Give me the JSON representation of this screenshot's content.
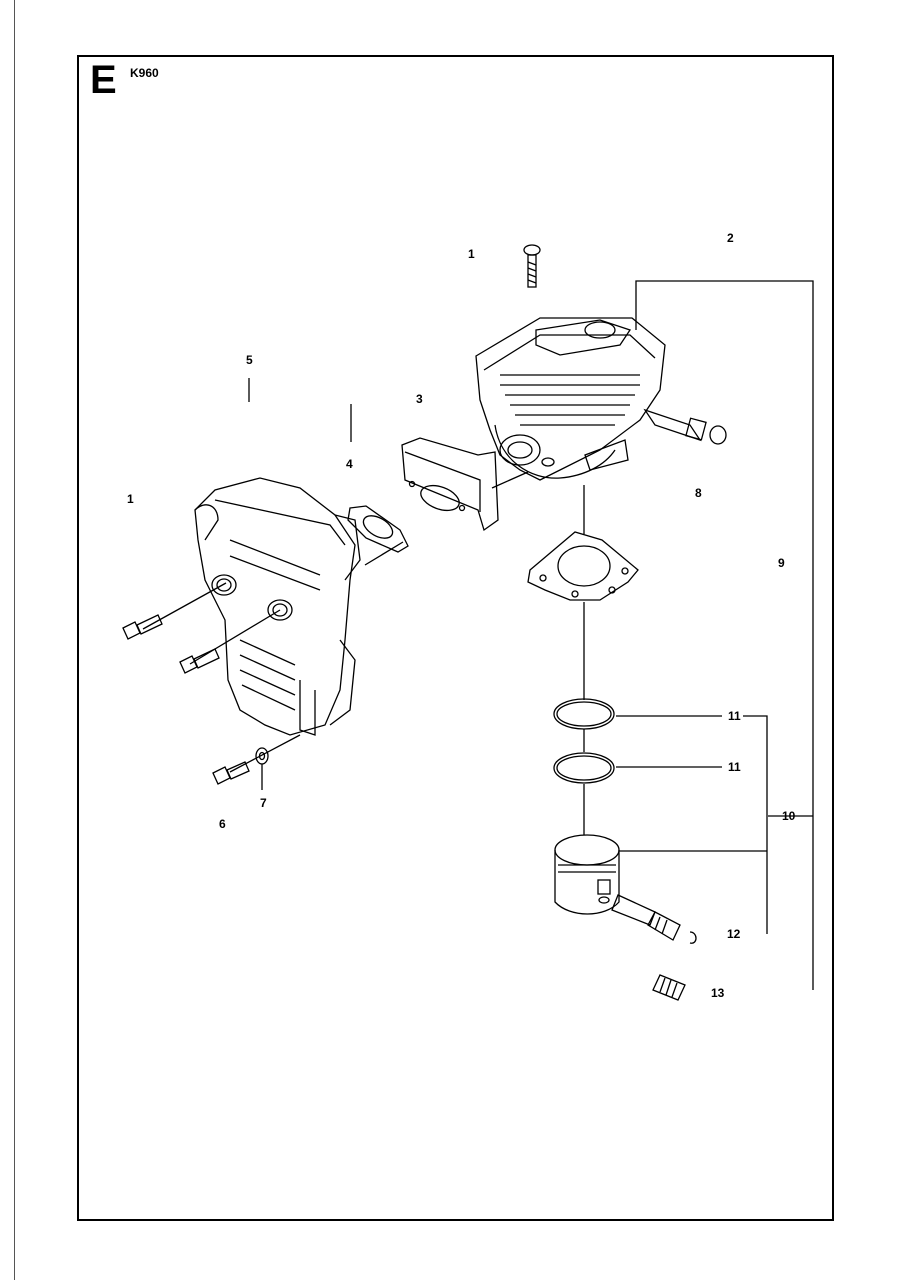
{
  "section_letter": "E",
  "model": "K960",
  "callouts": [
    "1",
    "2",
    "1",
    "3",
    "4",
    "5",
    "6",
    "7",
    "8",
    "9",
    "10",
    "11",
    "11",
    "12",
    "13"
  ]
}
